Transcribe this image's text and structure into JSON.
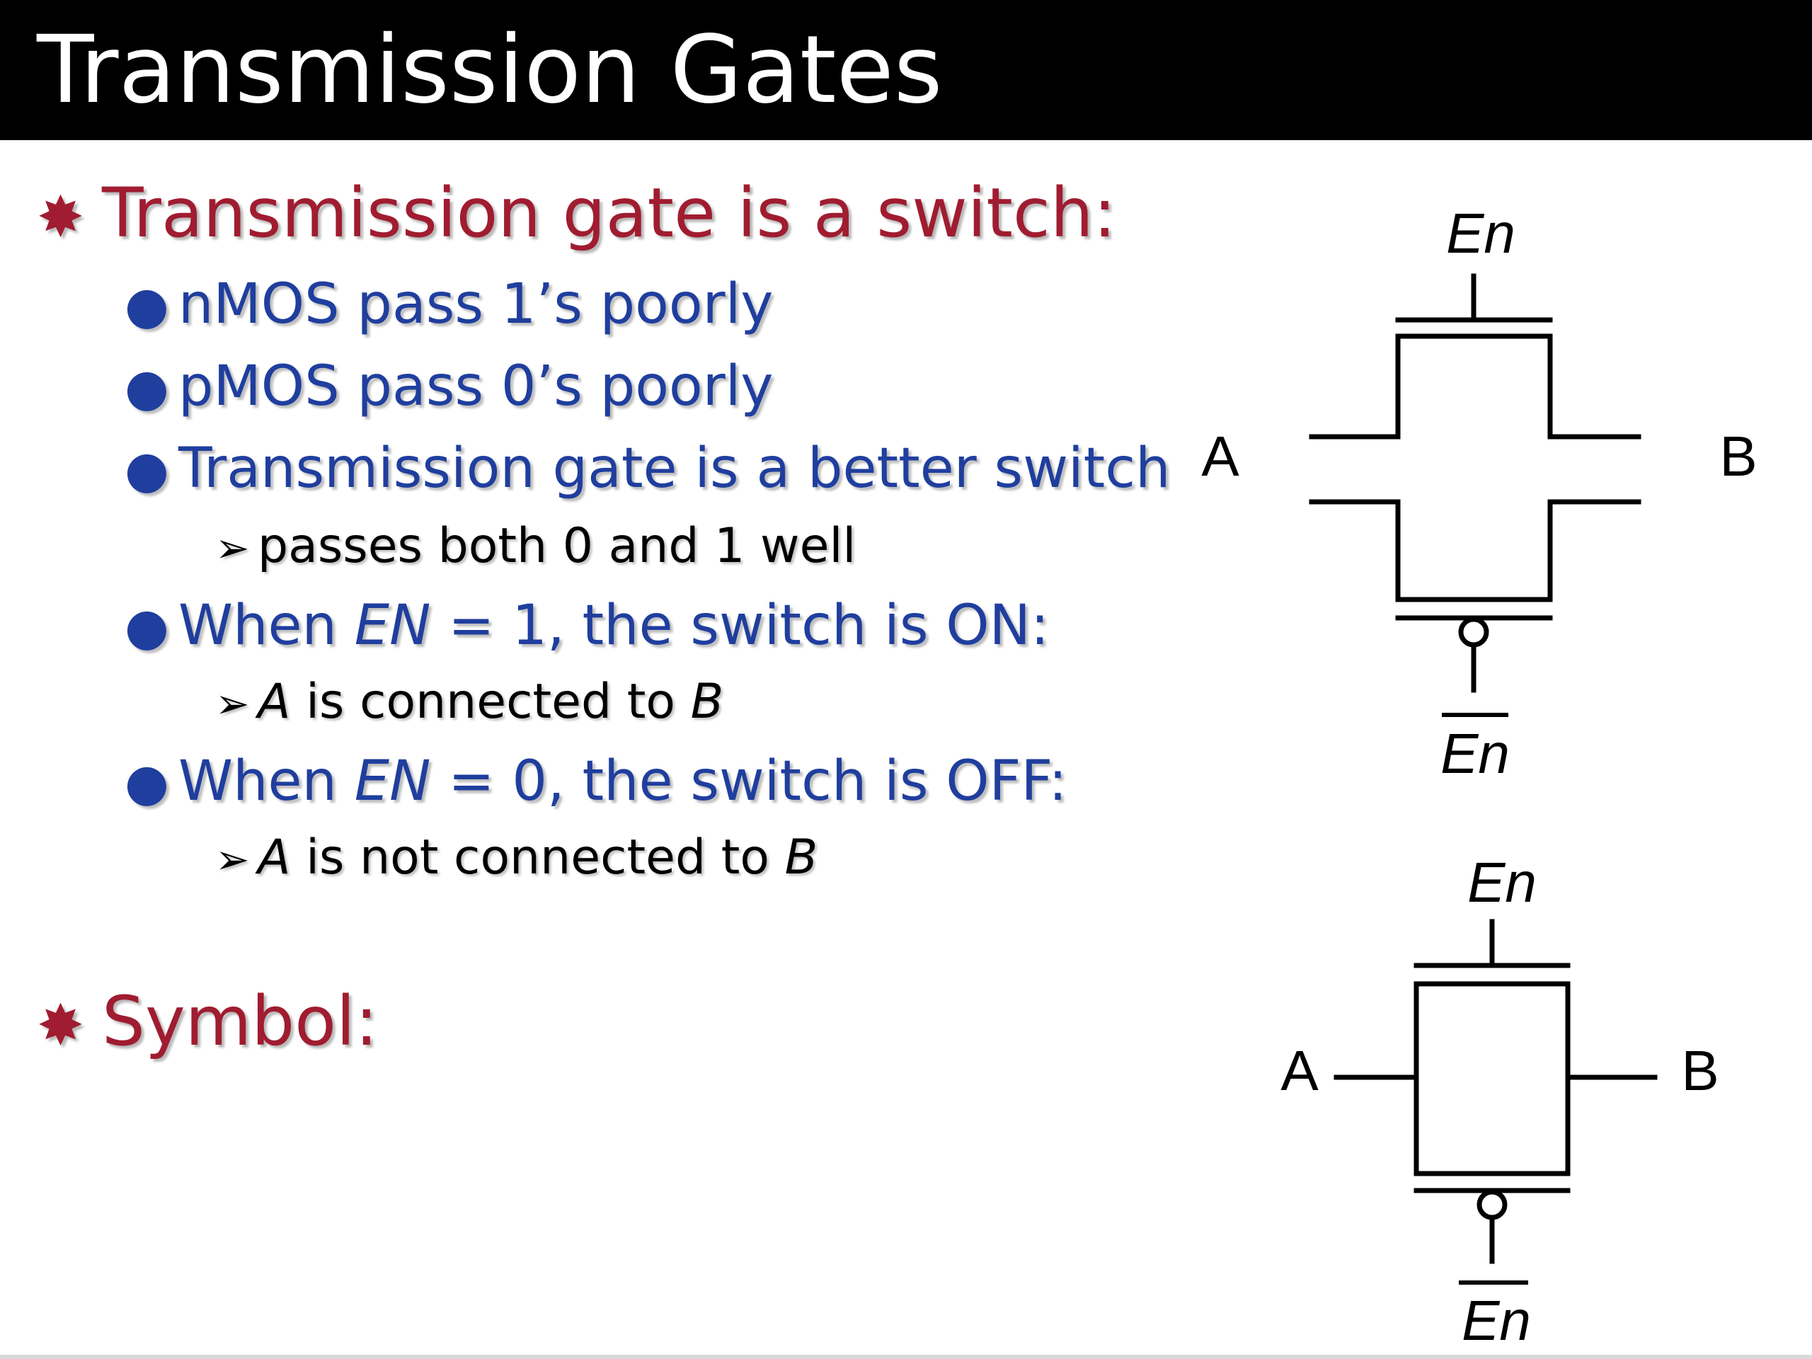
{
  "slide": {
    "title": "Transmission Gates",
    "colors": {
      "title_bar": "#000000",
      "title_text": "#ffffff",
      "level1_text": "#a01c30",
      "level2_text": "#1f3e9e",
      "level3_text": "#000000"
    },
    "bullets": {
      "b1": {
        "marker": "✸",
        "text": "Transmission gate is a switch:"
      },
      "b1_1": {
        "marker": "●",
        "text": "nMOS pass 1’s poorly"
      },
      "b1_2": {
        "marker": "●",
        "text": "pMOS pass 0’s poorly"
      },
      "b1_3": {
        "marker": "●",
        "text": "Transmission gate is a better switch"
      },
      "b1_3_1": {
        "marker": "➢",
        "text": "passes both 0 and 1 well"
      },
      "b1_4": {
        "marker": "●",
        "pre": "When ",
        "var": "EN",
        "post": " = 1, the switch is ON:"
      },
      "b1_4_1": {
        "marker": "➢",
        "var1": "A",
        "mid": " is connected to ",
        "var2": "B"
      },
      "b1_5": {
        "marker": "●",
        "pre": "When ",
        "var": "EN",
        "post": " = 0, the switch is OFF:"
      },
      "b1_5_1": {
        "marker": "➢",
        "var1": "A",
        "mid": " is not connected to ",
        "var2": "B"
      },
      "b2": {
        "marker": "✸",
        "text": "Symbol:"
      }
    }
  },
  "schematic": {
    "en_top": "En",
    "en_bottom": "En",
    "a": "A",
    "b": "B"
  },
  "symbol": {
    "en_top": "En",
    "en_bottom": "En",
    "a": "A",
    "b": "B"
  },
  "icons": {
    "level1_marker": "asterisk-bullet-icon",
    "level2_marker": "dot-bullet-icon",
    "level3_marker": "arrowhead-bullet-icon",
    "inversion_bubble": "bubble-icon"
  }
}
